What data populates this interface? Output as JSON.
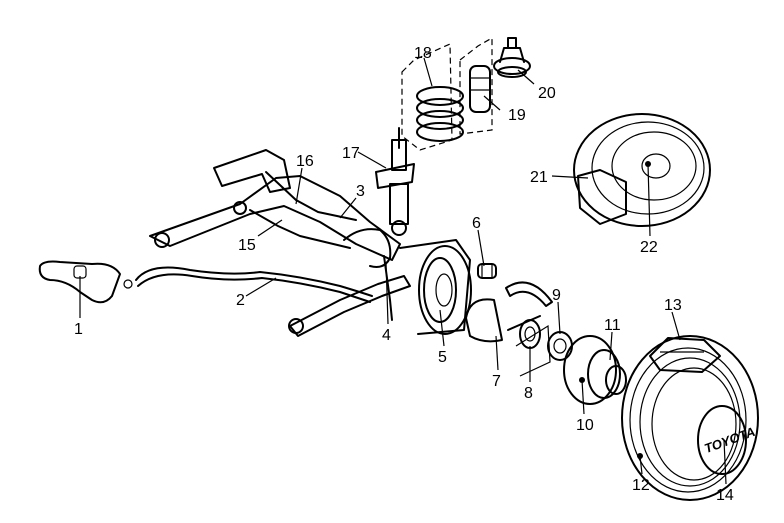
{
  "callouts": [
    {
      "id": "1",
      "text": "1"
    },
    {
      "id": "2",
      "text": "2"
    },
    {
      "id": "3",
      "text": "3"
    },
    {
      "id": "4",
      "text": "4"
    },
    {
      "id": "5",
      "text": "5"
    },
    {
      "id": "6",
      "text": "6"
    },
    {
      "id": "7",
      "text": "7"
    },
    {
      "id": "8",
      "text": "8"
    },
    {
      "id": "9",
      "text": "9"
    },
    {
      "id": "10",
      "text": "10"
    },
    {
      "id": "11",
      "text": "11"
    },
    {
      "id": "12",
      "text": "12"
    },
    {
      "id": "13",
      "text": "13"
    },
    {
      "id": "14",
      "text": "14"
    },
    {
      "id": "15",
      "text": "15"
    },
    {
      "id": "16",
      "text": "16"
    },
    {
      "id": "17",
      "text": "17"
    },
    {
      "id": "18",
      "text": "18"
    },
    {
      "id": "19",
      "text": "19"
    },
    {
      "id": "20",
      "text": "20"
    },
    {
      "id": "21",
      "text": "21"
    },
    {
      "id": "22",
      "text": "22"
    }
  ],
  "hubcap_logo": "TOYOTA",
  "colors": {
    "line": "#000000",
    "background": "#ffffff"
  }
}
